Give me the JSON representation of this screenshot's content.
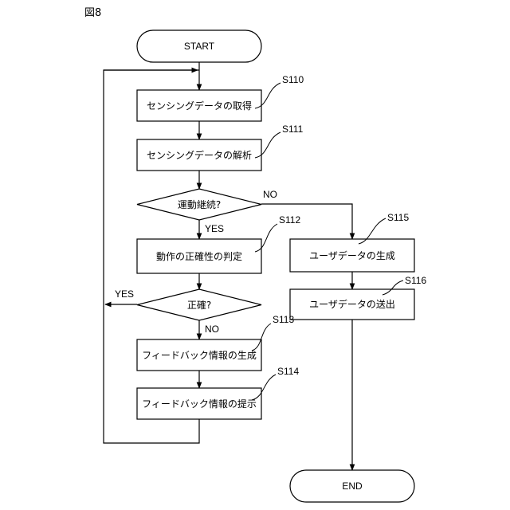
{
  "figure_label": "図8",
  "nodes": {
    "start": "START",
    "s110": "センシングデータの取得",
    "s111": "センシングデータの解析",
    "decision_continue": "運動継続?",
    "s112": "動作の正確性の判定",
    "decision_correct": "正確?",
    "s113": "フィードバック情報の生成",
    "s114": "フィードバック情報の提示",
    "s115": "ユーザデータの生成",
    "s116": "ユーザデータの送出",
    "end": "END"
  },
  "step_labels": {
    "s110": "S110",
    "s111": "S111",
    "s112": "S112",
    "s113": "S113",
    "s114": "S114",
    "s115": "S115",
    "s116": "S116"
  },
  "branch_labels": {
    "continue_no": "NO",
    "continue_yes": "YES",
    "correct_yes": "YES",
    "correct_no": "NO"
  }
}
